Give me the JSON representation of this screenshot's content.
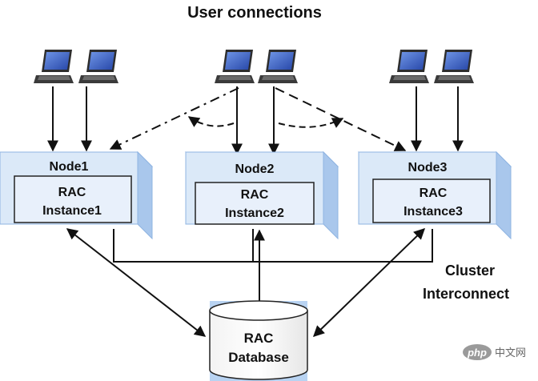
{
  "title": "User connections",
  "nodes": [
    {
      "name": "Node1",
      "instance_line1": "RAC",
      "instance_line2": "Instance1"
    },
    {
      "name": "Node2",
      "instance_line1": "RAC",
      "instance_line2": "Instance2"
    },
    {
      "name": "Node3",
      "instance_line1": "RAC",
      "instance_line2": "Instance3"
    }
  ],
  "interconnect": {
    "line1": "Cluster",
    "line2": "Interconnect"
  },
  "database": {
    "line1": "RAC",
    "line2": "Database"
  },
  "watermark": {
    "logo": "php",
    "text": "中文网"
  },
  "colors": {
    "node_front": "#dbe9f8",
    "node_top": "#eef5fd",
    "node_side": "#a9c7ec",
    "instance_fill": "#e8f0fb",
    "cylinder_top": "#b8d3f2",
    "arrows": "#111111",
    "laptop_screen": "#3b64c8",
    "laptop_body": "#2d2d2d"
  },
  "icons": [
    "laptop-icon",
    "database-cylinder-icon"
  ]
}
